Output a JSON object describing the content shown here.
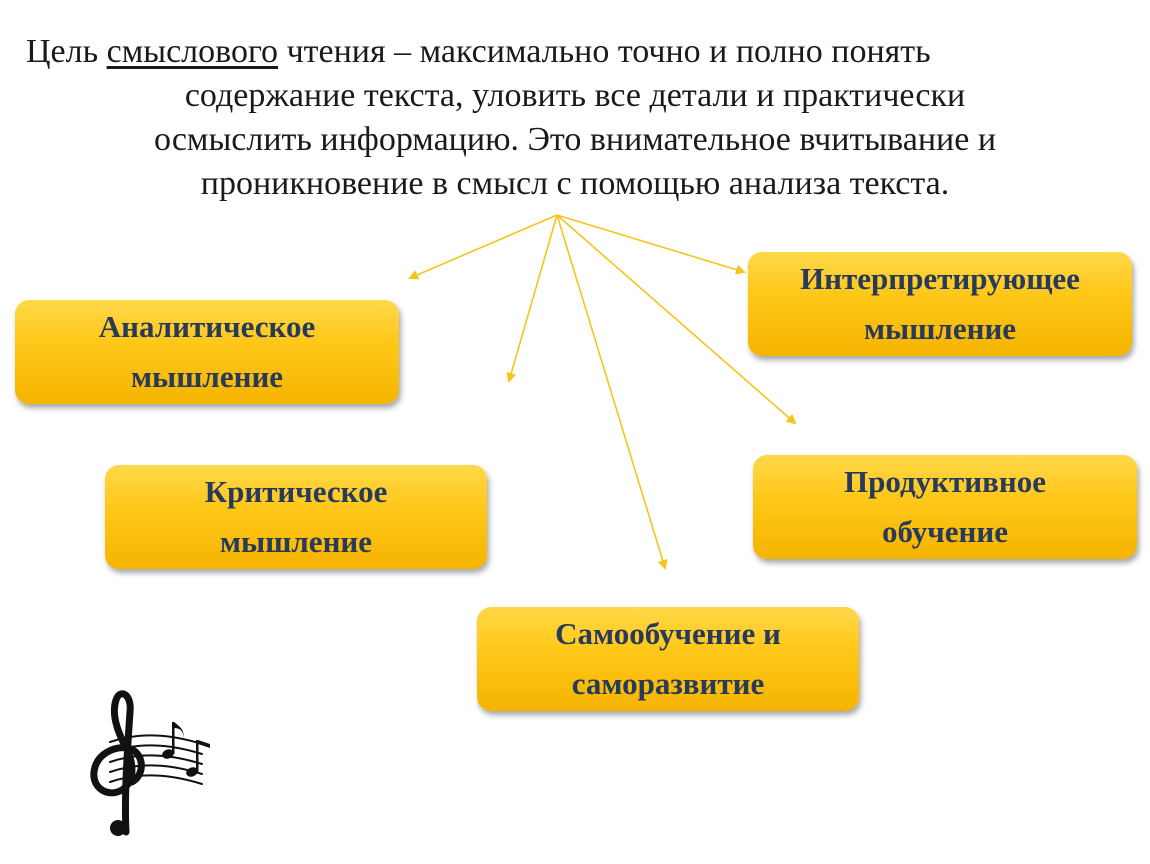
{
  "heading": {
    "line1_prefix": "Цель ",
    "line1_underlined": "смыслового",
    "line1_suffix": " чтения – максимально точно и полно понять",
    "line2": "содержание текста, уловить все детали и практически",
    "line3": "осмыслить информацию. Это внимательное вчитывание и",
    "line4": "проникновение в смысл с помощью анализа текста."
  },
  "nodes": {
    "analytical": [
      "Аналитическое",
      "мышление"
    ],
    "interpretive": [
      "Интерпретирующее",
      "мышление"
    ],
    "critical": [
      "Критическое",
      "мышление"
    ],
    "productive": [
      "Продуктивное",
      "обучение"
    ],
    "selfstudy": [
      "Самообучение и",
      "саморазвитие"
    ]
  },
  "colors": {
    "arrow": "#f5c518",
    "box_top": "#ffd84a",
    "box_bottom": "#f5b400",
    "box_text": "#283a5a"
  },
  "icons": [
    "treble-clef-icon",
    "music-notes-icon"
  ]
}
